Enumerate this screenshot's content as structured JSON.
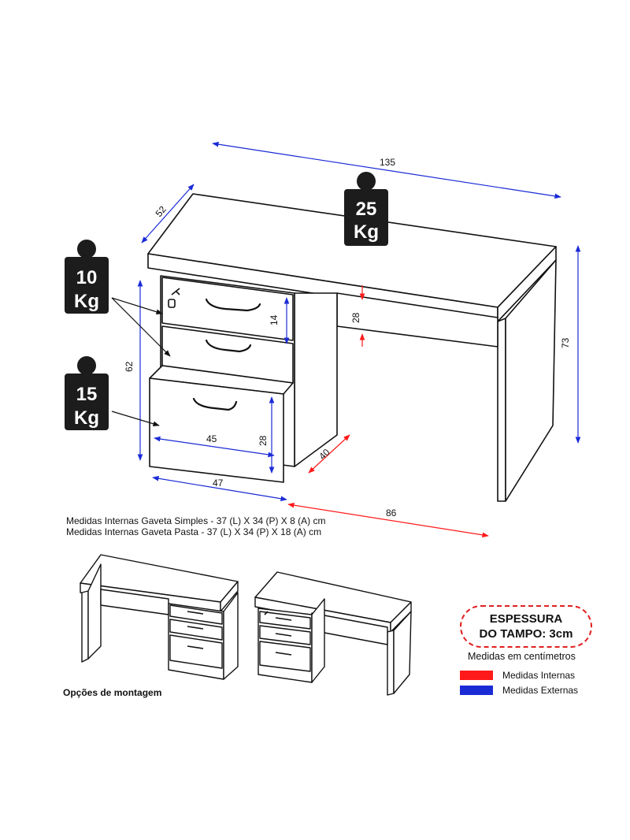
{
  "dimensions": {
    "width_total": "135",
    "depth": "52",
    "height_total": "73",
    "drawer_height": "14",
    "gap_height": "28",
    "cabinet_height": "62",
    "pasta_inner_width": "45",
    "pasta_inner_height": "28",
    "drawer_depth": "40",
    "cabinet_width": "47",
    "open_span": "86"
  },
  "weights": {
    "top": {
      "value": "25",
      "unit": "Kg"
    },
    "simple_drawer": {
      "value": "10",
      "unit": "Kg"
    },
    "pasta_drawer": {
      "value": "15",
      "unit": "Kg"
    }
  },
  "specs": {
    "line1": "Medidas Internas Gaveta Simples -  37 (L) X 34 (P) X 8 (A) cm",
    "line2": "Medidas Internas Gaveta Pasta -  37 (L) X 34 (P) X 18 (A) cm"
  },
  "mounting_label": "Opções de montagem",
  "badge": {
    "line1": "ESPESSURA",
    "line2": "DO TAMPO: 3cm"
  },
  "legend": {
    "title": "Medidas em centímetros",
    "internal": {
      "label": "Medidas Internas",
      "color": "#ff1a1a"
    },
    "external": {
      "label": "Medidas Externas",
      "color": "#1a2bd6"
    }
  },
  "colors": {
    "line": "#111111",
    "weight_icon": "#1c1c1c"
  }
}
